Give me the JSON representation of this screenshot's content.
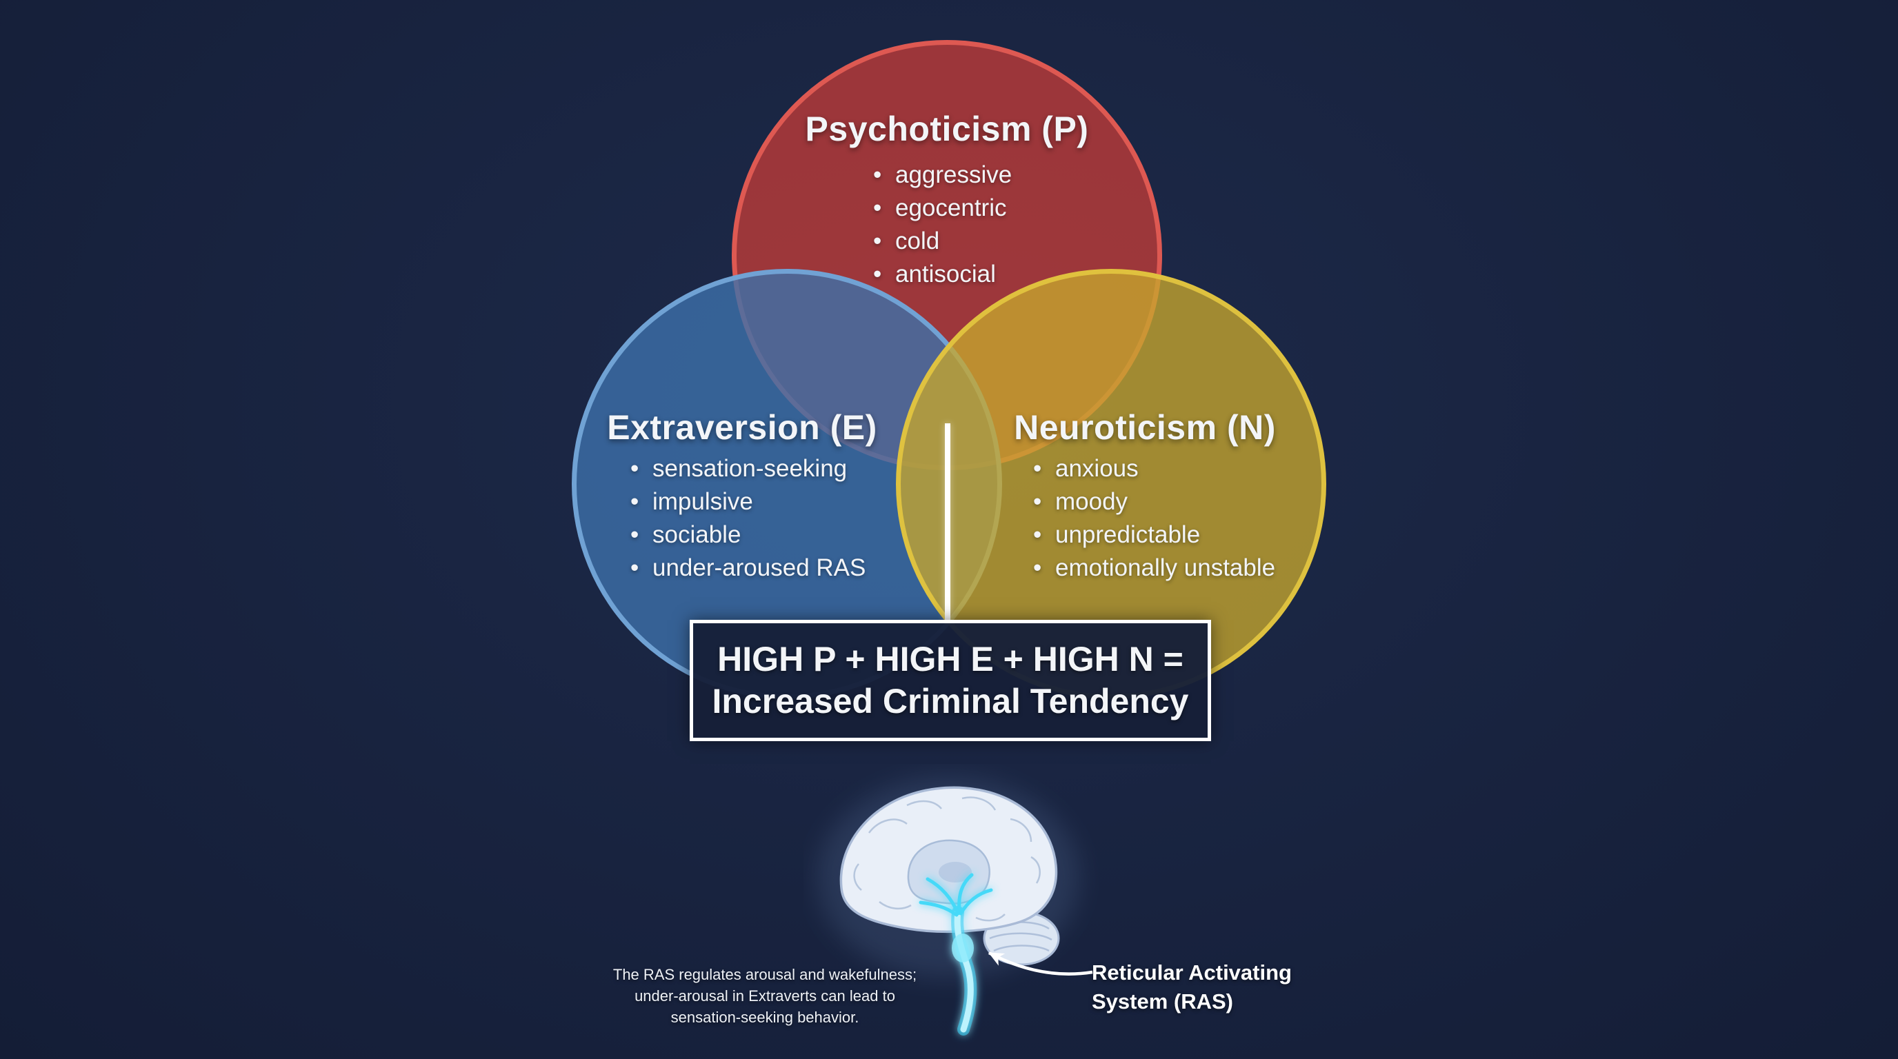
{
  "colors": {
    "background": "#18233f",
    "psychoticism_circle": "#ba3a38",
    "extraversion_circle": "#3d70aa",
    "neuroticism_circle": "#c7a72d",
    "ras_glow": "#3fd9f7",
    "text": "#f3f5f8"
  },
  "venn": {
    "psychoticism": {
      "title": "Psychoticism (P)",
      "traits": [
        "aggressive",
        "egocentric",
        "cold",
        "antisocial"
      ]
    },
    "extraversion": {
      "title": "Extraversion (E)",
      "traits": [
        "sensation-seeking",
        "impulsive",
        "sociable",
        "under-aroused RAS"
      ]
    },
    "neuroticism": {
      "title": "Neuroticism (N)",
      "traits": [
        "anxious",
        "moody",
        "unpredictable",
        "emotionally unstable"
      ]
    }
  },
  "conclusion": {
    "line1": "HIGH P + HIGH E + HIGH N =",
    "line2": "Increased Criminal Tendency"
  },
  "ras": {
    "caption_lines": [
      "The RAS regulates arousal and wakefulness;",
      "under-arousal in Extraverts can lead to",
      "sensation-seeking behavior."
    ],
    "label_line1": "Reticular Activating",
    "label_line2": "System (RAS)"
  }
}
